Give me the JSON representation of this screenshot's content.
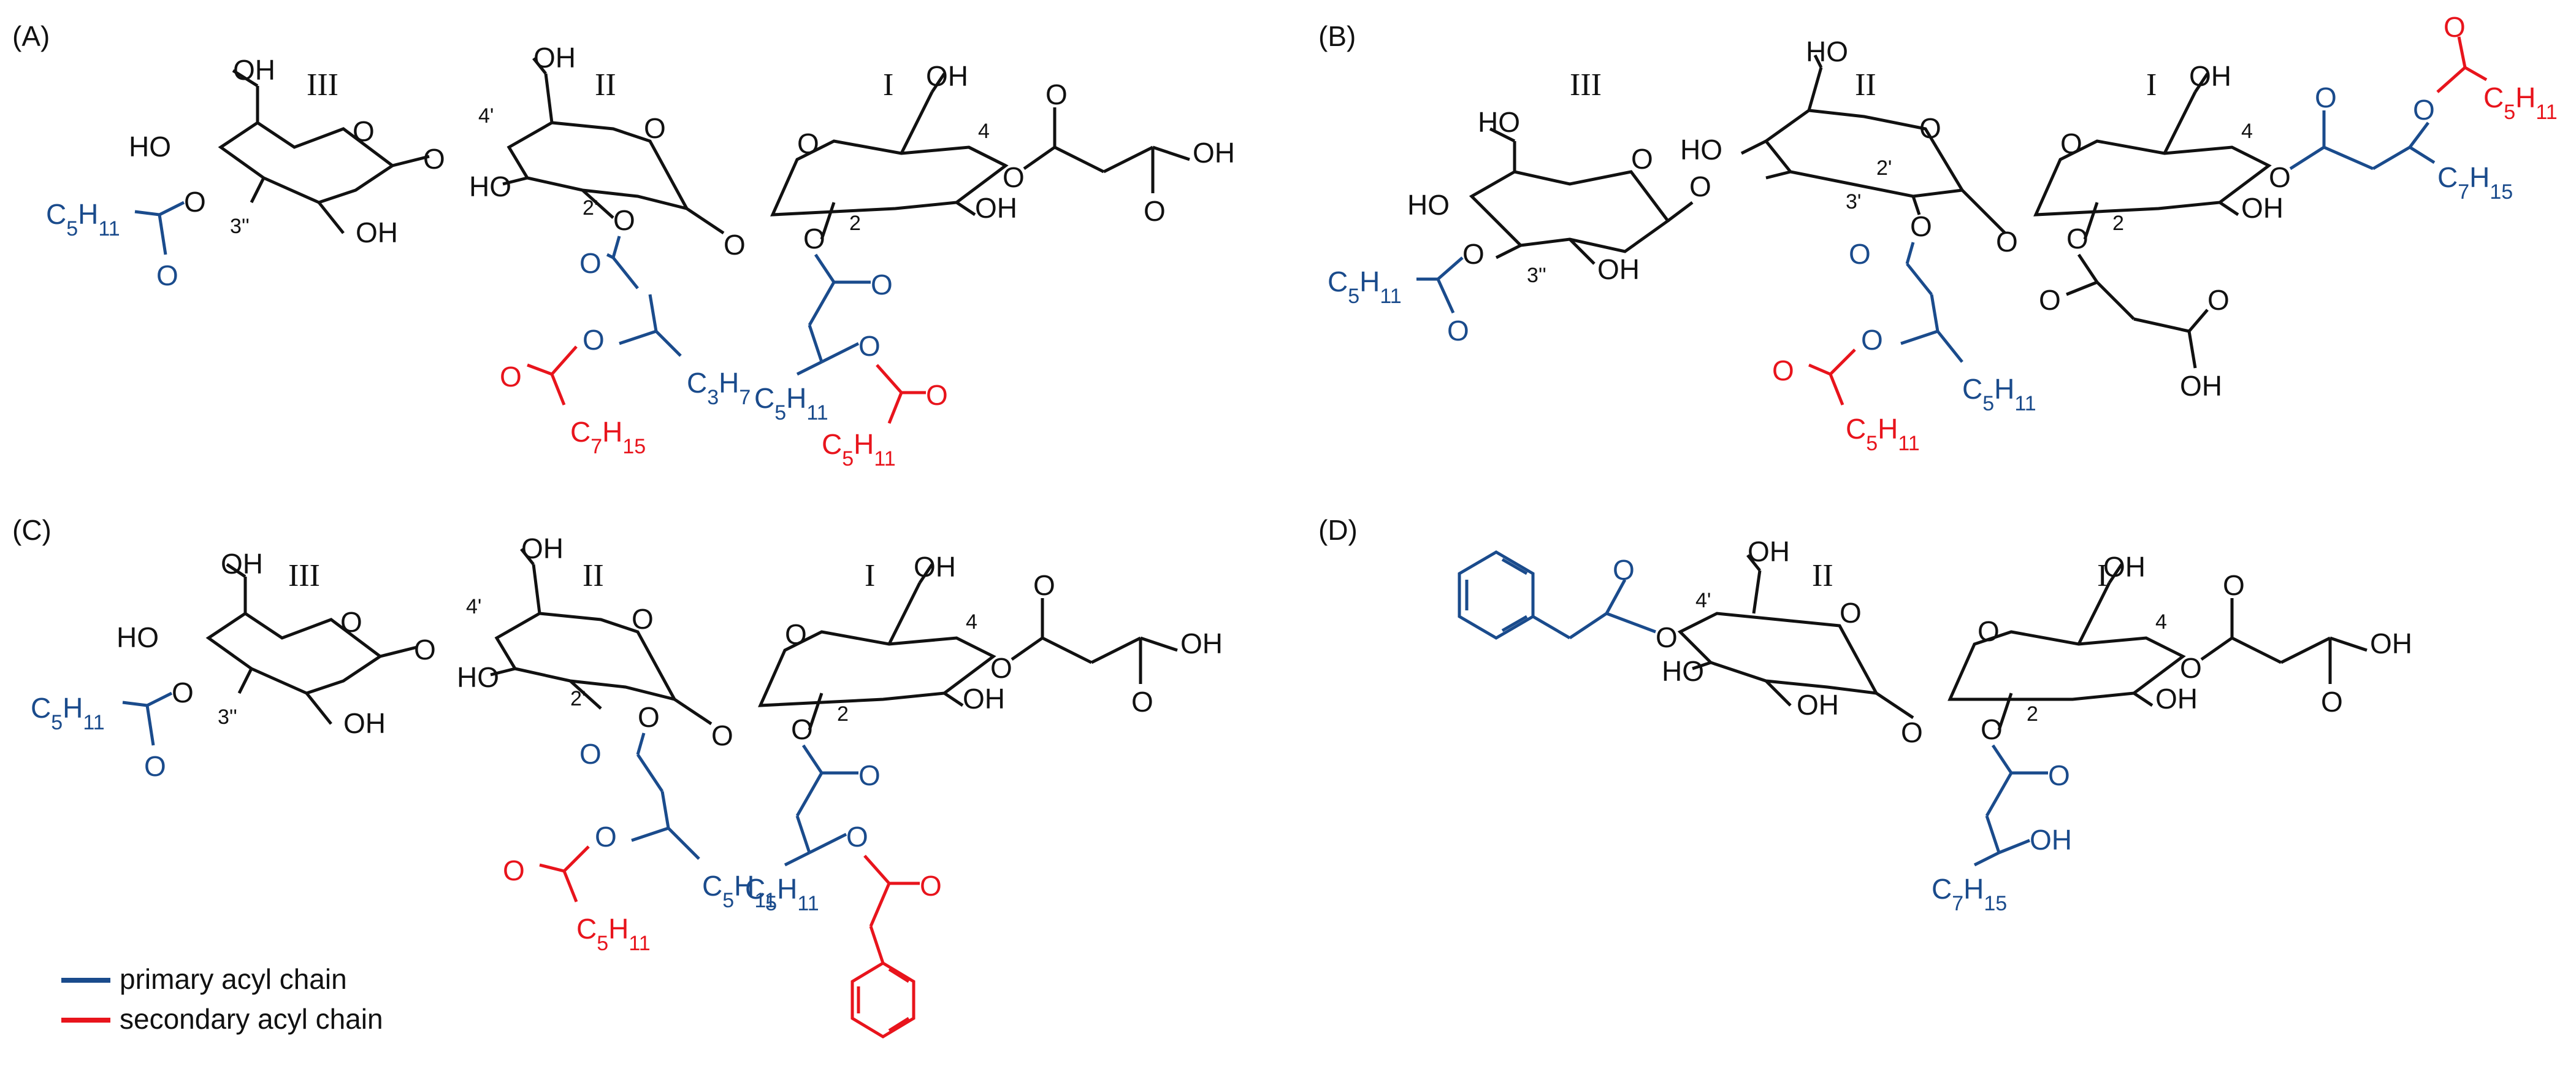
{
  "panels": [
    {
      "label": "(A)",
      "rings": [
        "III",
        "II",
        "I"
      ],
      "positions": [
        "4'",
        "2'",
        "2",
        "4",
        "3''"
      ]
    },
    {
      "label": "(B)",
      "rings": [
        "III",
        "II",
        "I"
      ],
      "positions": [
        "3'",
        "2'",
        "2",
        "4",
        "3''"
      ]
    },
    {
      "label": "(C)",
      "rings": [
        "III",
        "II",
        "I"
      ],
      "positions": [
        "4'",
        "2'",
        "2",
        "4",
        "3''"
      ]
    },
    {
      "label": "(D)",
      "rings": [
        "II",
        "I"
      ],
      "positions": [
        "4'",
        "2",
        "4"
      ]
    }
  ],
  "atoms": {
    "oh": "OH",
    "ho": "HO",
    "o": "O"
  },
  "groups": {
    "c5h11": "C5H11",
    "c7h15": "C7H15",
    "c3h7": "C3H7"
  },
  "legend": [
    {
      "label": "primary acyl chain",
      "color": "#1a4b8c"
    },
    {
      "label": "secondary acyl chain",
      "color": "#e8141c"
    }
  ],
  "colors": {
    "primary": "#1a4b8c",
    "secondary": "#e8141c",
    "backbone": "#111111"
  }
}
